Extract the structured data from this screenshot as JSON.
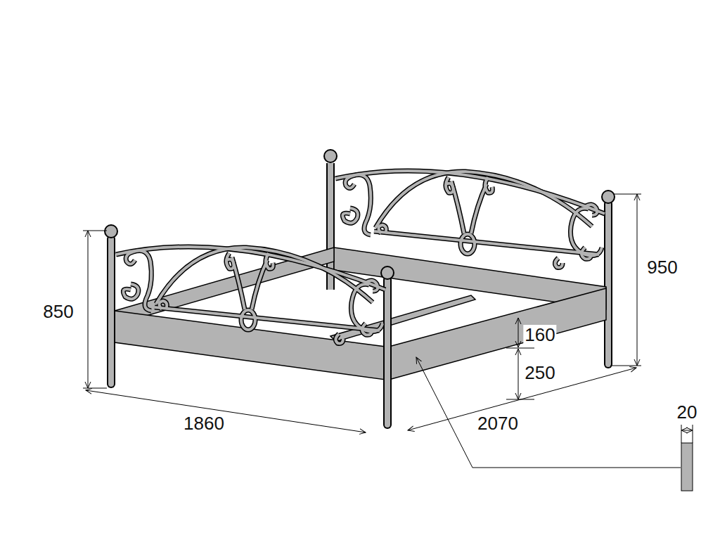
{
  "diagram": {
    "labels": [
      "850",
      "950",
      "160",
      "250",
      "1860",
      "2070",
      "20"
    ]
  }
}
